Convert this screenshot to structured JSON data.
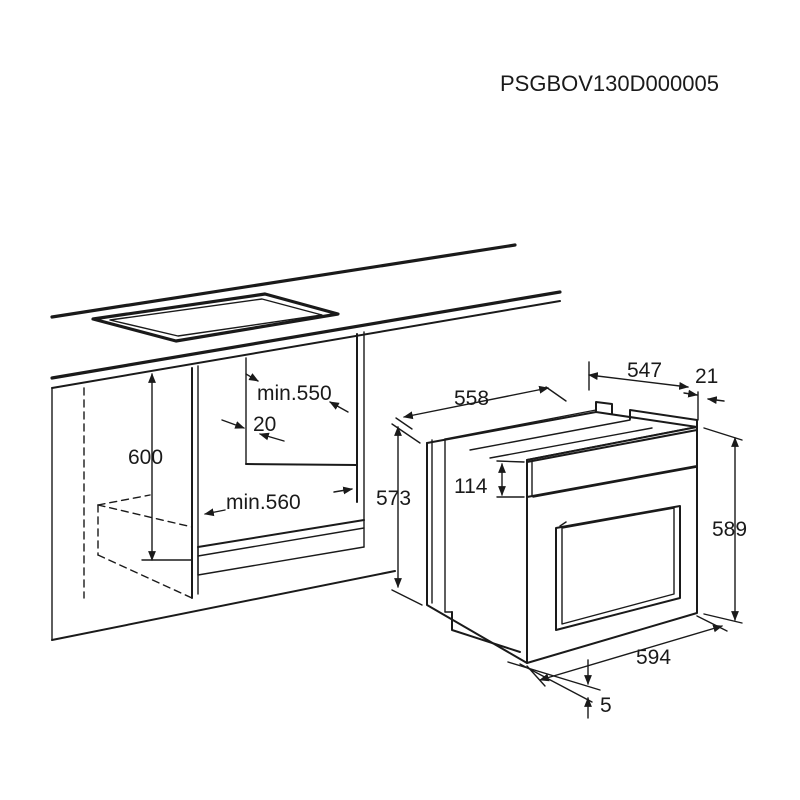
{
  "product_code": "PSGBOV130D000005",
  "cabinet": {
    "height": "600",
    "depth_min": "min.550",
    "gap": "20",
    "width_min": "min.560"
  },
  "oven": {
    "depth_total": "547",
    "front_offset": "21",
    "side_depth": "558",
    "body_height": "573",
    "control_panel_height": "114",
    "front_height": "589",
    "front_width": "594",
    "bottom_offset": "5"
  }
}
